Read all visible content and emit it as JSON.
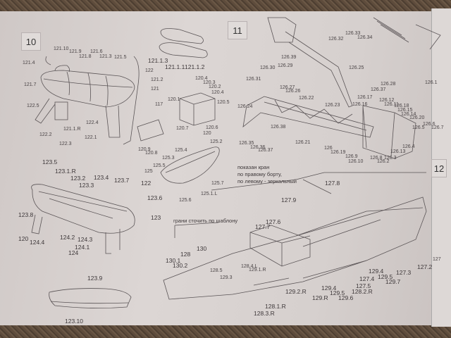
{
  "steps": {
    "s10": "10",
    "s11": "11",
    "s12": "12"
  },
  "notes": {
    "crane_note": [
      "показан кран",
      "по правому борту,",
      "по левому - зеркальный"
    ],
    "template_note": "грани сточить по шаблону"
  },
  "labels": {
    "step10": [
      "121.10",
      "121.9",
      "121.6",
      "121.8",
      "121.3",
      "121.5",
      "121.4",
      "121.7",
      "122.5",
      "122.2",
      "122.3",
      "121.1.R",
      "122.4",
      "122.1",
      "121.1.3",
      "121.1.1",
      "121.1.2",
      "122",
      "121.2",
      "121",
      "117",
      "120.4",
      "120.3",
      "120.2",
      "120.4",
      "120.1",
      "120.5",
      "120.7",
      "120.6",
      "120",
      "120.9",
      "120.8",
      "125.2",
      "125.4",
      "125.3",
      "125.5",
      "125",
      "125.7",
      "125.1.L",
      "125.6",
      "123.5",
      "123.1.R",
      "123.2",
      "123.3",
      "123.4",
      "123.7",
      "122",
      "123.6",
      "123",
      "123.8",
      "120",
      "124.4",
      "124.2",
      "124.3",
      "124.1",
      "124",
      "123.9",
      "123.10"
    ],
    "step11": [
      "126.33",
      "126.32",
      "126.34",
      "126.39",
      "126.30",
      "126.29",
      "126.25",
      "126.31",
      "126.27",
      "126.26",
      "126.22",
      "126.28",
      "126.37",
      "126.17",
      "126.23",
      "126.16",
      "126.12",
      "126.11",
      "126.18",
      "126.15",
      "126.14",
      "126.20",
      "126.24",
      "126.38",
      "126.5",
      "126.6",
      "126.7",
      "126.21",
      "126.4",
      "126.35",
      "126.36",
      "126.37",
      "126",
      "126.19",
      "126.13",
      "126.9",
      "126.8",
      "126.3",
      "126.10",
      "126.2",
      "126.1"
    ],
    "step12": [
      "127.8",
      "127.9",
      "127.6",
      "127.7",
      "130",
      "128",
      "130.1",
      "130.2",
      "128.5",
      "128.4.L",
      "129.1.R",
      "129.3",
      "129.2.R",
      "129.R",
      "128.1.R",
      "128.3.R",
      "127.4",
      "129.4",
      "129.5",
      "129.7",
      "127.3",
      "127.2",
      "127",
      "127.5",
      "128.2.R",
      "129.4",
      "129.5",
      "129.6"
    ]
  },
  "colors": {
    "paper": "#d8d2d0",
    "ink": "#4a4446",
    "carpet": "#5a4a3c"
  }
}
